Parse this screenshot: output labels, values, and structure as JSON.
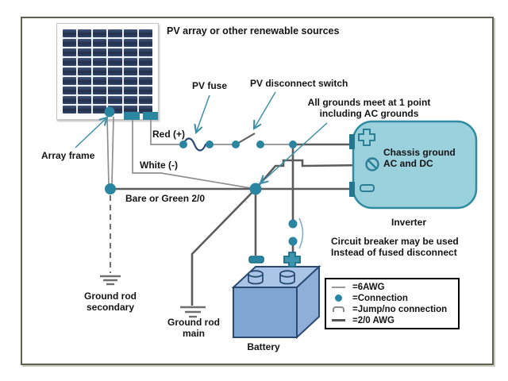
{
  "labels": {
    "pv_array": "PV array or other renewable sources",
    "array_frame": "Array frame",
    "pv_fuse": "PV fuse",
    "pv_disconnect": "PV disconnect switch",
    "red_wire": "Red (+)",
    "white_wire": "White (-)",
    "all_grounds": [
      "All grounds meet at 1 point",
      "including AC grounds"
    ],
    "chassis_ground": [
      "Chassis ground",
      "AC and DC"
    ],
    "inverter": "Inverter",
    "bare_green": "Bare or Green 2/0",
    "ground_rod_secondary": [
      "Ground rod",
      "secondary"
    ],
    "ground_rod_main": [
      "Ground rod",
      "main"
    ],
    "battery": "Battery",
    "breaker_note": [
      "Circuit breaker may be used",
      "Instead of fused disconnect"
    ]
  },
  "legend": {
    "items": [
      {
        "glyph": "thin-line",
        "label": "=6AWG"
      },
      {
        "glyph": "connection-dot",
        "label": "=Connection"
      },
      {
        "glyph": "jump-symbol",
        "label": "=Jump/no connection"
      },
      {
        "glyph": "thick-line",
        "label": "=2/0 AWG"
      }
    ]
  },
  "colors": {
    "accent_teal": "#2a85a0",
    "inverter_fill": "#9bd1dc",
    "inverter_border": "#2f8ba1",
    "wire_thin_6awg": "#8f8f8f",
    "wire_thick_2_0awg": "#5c5c5c",
    "fuse_navy": "#2e4a7a",
    "battery_front": "#7fa5d2",
    "battery_top": "#a9c4e4",
    "battery_side": "#90afd8",
    "battery_outline": "#2a4a74",
    "frame_border": "#5f6150",
    "panel_cell": "#22304d"
  }
}
